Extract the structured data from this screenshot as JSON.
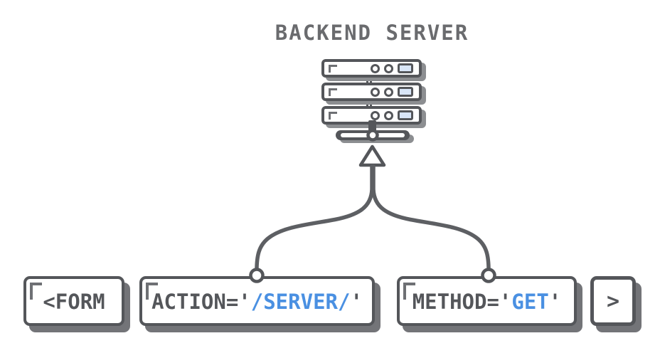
{
  "title": "BACKEND SERVER",
  "colors": {
    "bg": "#ffffff",
    "ink": "#54565a",
    "title_gray": "#6a6b6e",
    "line_gray": "#5d5f63",
    "bracket_gray": "#6e7074",
    "box_shadow": "#737478",
    "server_shadow": "#8c8e91",
    "blue": "#4a90e2",
    "led_blue": "#d9e6f8"
  },
  "server": {
    "unit_count": 3,
    "leds_per_unit": [
      "circle",
      "circle",
      "panel"
    ]
  },
  "boxes": [
    {
      "id": "form-open",
      "parts": [
        {
          "text": "<FORM",
          "color": "ink"
        }
      ]
    },
    {
      "id": "action-attr",
      "parts": [
        {
          "text": "ACTION='",
          "color": "ink"
        },
        {
          "text": "/SERVER/",
          "color": "blue"
        },
        {
          "text": "'",
          "color": "ink"
        }
      ],
      "connected_to_server": true
    },
    {
      "id": "method-attr",
      "parts": [
        {
          "text": "METHOD='",
          "color": "ink"
        },
        {
          "text": "GET",
          "color": "blue"
        },
        {
          "text": "'",
          "color": "ink"
        }
      ],
      "connected_to_server": true
    },
    {
      "id": "form-close",
      "parts": [
        {
          "text": ">",
          "color": "ink"
        }
      ]
    }
  ]
}
